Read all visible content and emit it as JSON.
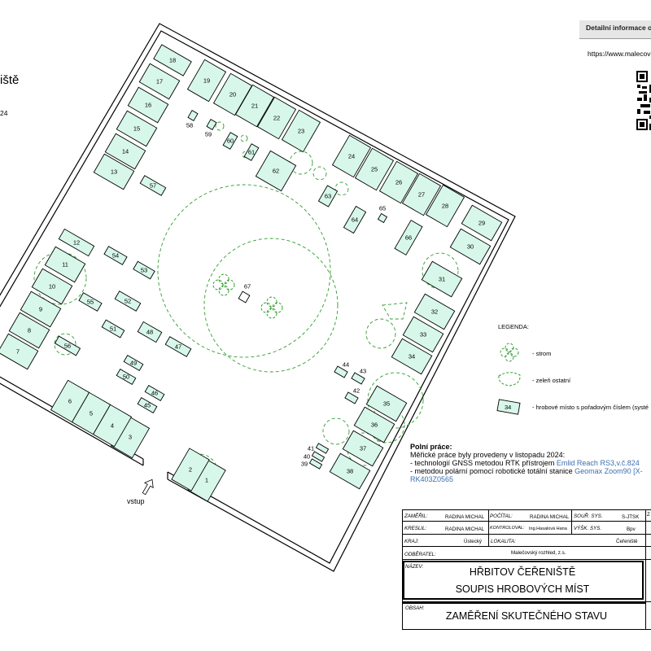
{
  "header": {
    "detail_title": "Detailní informace o",
    "url": "https://www.malecov",
    "title_fragment": "iště",
    "number_fragment": "24"
  },
  "map": {
    "plots": [
      "1",
      "2",
      "3",
      "4",
      "5",
      "6",
      "7",
      "8",
      "9",
      "10",
      "11",
      "12",
      "13",
      "14",
      "15",
      "16",
      "17",
      "18",
      "19",
      "20",
      "21",
      "22",
      "23",
      "24",
      "25",
      "26",
      "27",
      "28",
      "29",
      "30",
      "31",
      "32",
      "33",
      "34",
      "35",
      "36",
      "37",
      "38",
      "39",
      "40",
      "41",
      "42",
      "43",
      "44",
      "45",
      "46",
      "47",
      "48",
      "49",
      "50",
      "51",
      "52",
      "53",
      "54",
      "55",
      "56",
      "57",
      "58",
      "59",
      "60",
      "61",
      "62",
      "63",
      "64",
      "65",
      "66",
      "67"
    ],
    "entrance_label": "vstup"
  },
  "legend": {
    "title": "LEGENDA:",
    "tree": "- strom",
    "greenery": "- zeleň ostatní",
    "grave_sample": "34",
    "grave": "- hrobové místo s pořadovým číslem (systé"
  },
  "fieldwork": {
    "heading": "Polní práce:",
    "line1": "Měřické práce byly provedeny v listopadu 2024:",
    "line2a": "- technologií GNSS metodou RTK přístrojem ",
    "line2b": "Emlid Reach RS3,v.č.824",
    "line3a": "- metodou polární pomocí robotické totální stanice ",
    "line3b": "Geomax Zoom90 [X-",
    "line4": "RK403Z0565"
  },
  "title_block": {
    "zamerl_label": "ZAMĚŘIL:",
    "zamerl": "RADINA MICHAL",
    "pocital_label": "POČÍTAL:",
    "pocital": "RADINA MICHAL",
    "sour_label": "SOUŘ. SYS.",
    "sour": "S-JTSK",
    "kreslil_label": "KRESLIL:",
    "kreslil": "RADINA MICHAL",
    "kontroloval_label": "KONTROLOVAL:",
    "kontroloval": "Ing.Hasalová Hana",
    "vysk_label": "VÝŠK. SYS.",
    "vysk": "Bpv",
    "kraj_label": "KRAJ:",
    "kraj": "Ústecký",
    "lokalita_label": "LOKALITA:",
    "lokalita": "Čeřeniště",
    "odberatel_label": "ODBĚRATEL:",
    "odberatel": "Malečovský rozhled, z.s.",
    "nazev_label": "NÁZEV:",
    "nazev1": "HŘBITOV ČEŘENIŠTĚ",
    "nazev2": "SOUPIS HROBOVÝCH MÍST",
    "obsah_label": "OBSAH:",
    "obsah": "ZAMĚŘENÍ SKUTEČNÉHO STAVU",
    "corner": "Z"
  },
  "colors": {
    "grave_fill": "#d7f7ea",
    "greenery": "#2e9e2e",
    "link": "#3b6fb0"
  }
}
